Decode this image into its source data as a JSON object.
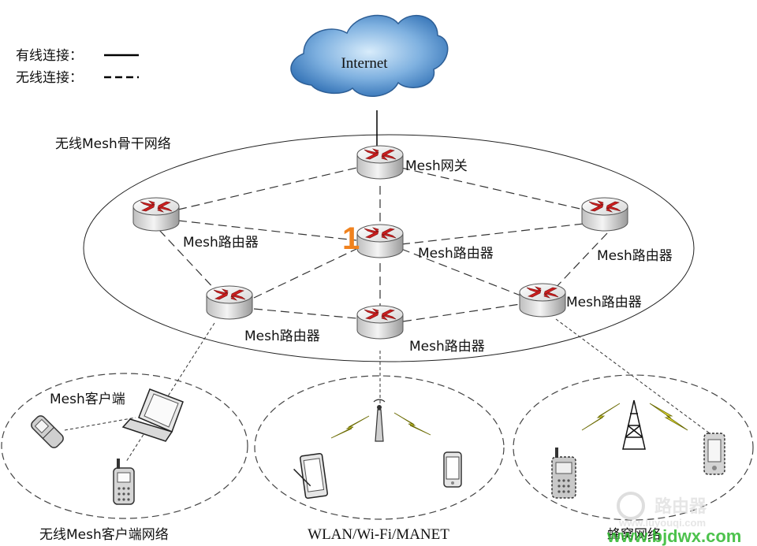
{
  "legend": {
    "wired": "有线连接：",
    "wireless": "无线连接："
  },
  "internet": "Internet",
  "backbone": "无线Mesh骨干网络",
  "gateway": "Mesh网关",
  "router_label": "Mesh路由器",
  "client_label": "Mesh客户端",
  "client_network": "无线Mesh客户端网络",
  "wlan_network": "WLAN/Wi-Fi/MANET",
  "cellular_network": "蜂窝网络",
  "badge_number": "1",
  "watermark": {
    "url": "www.luyouqi.com",
    "url2": "www.bjdwx.com",
    "logo_text": "路由器"
  },
  "colors": {
    "router_arrow": "#cc1f1f",
    "cloud": "#4a86c5",
    "badge": "#f0821e",
    "watermark_green": "#2eb82e"
  }
}
